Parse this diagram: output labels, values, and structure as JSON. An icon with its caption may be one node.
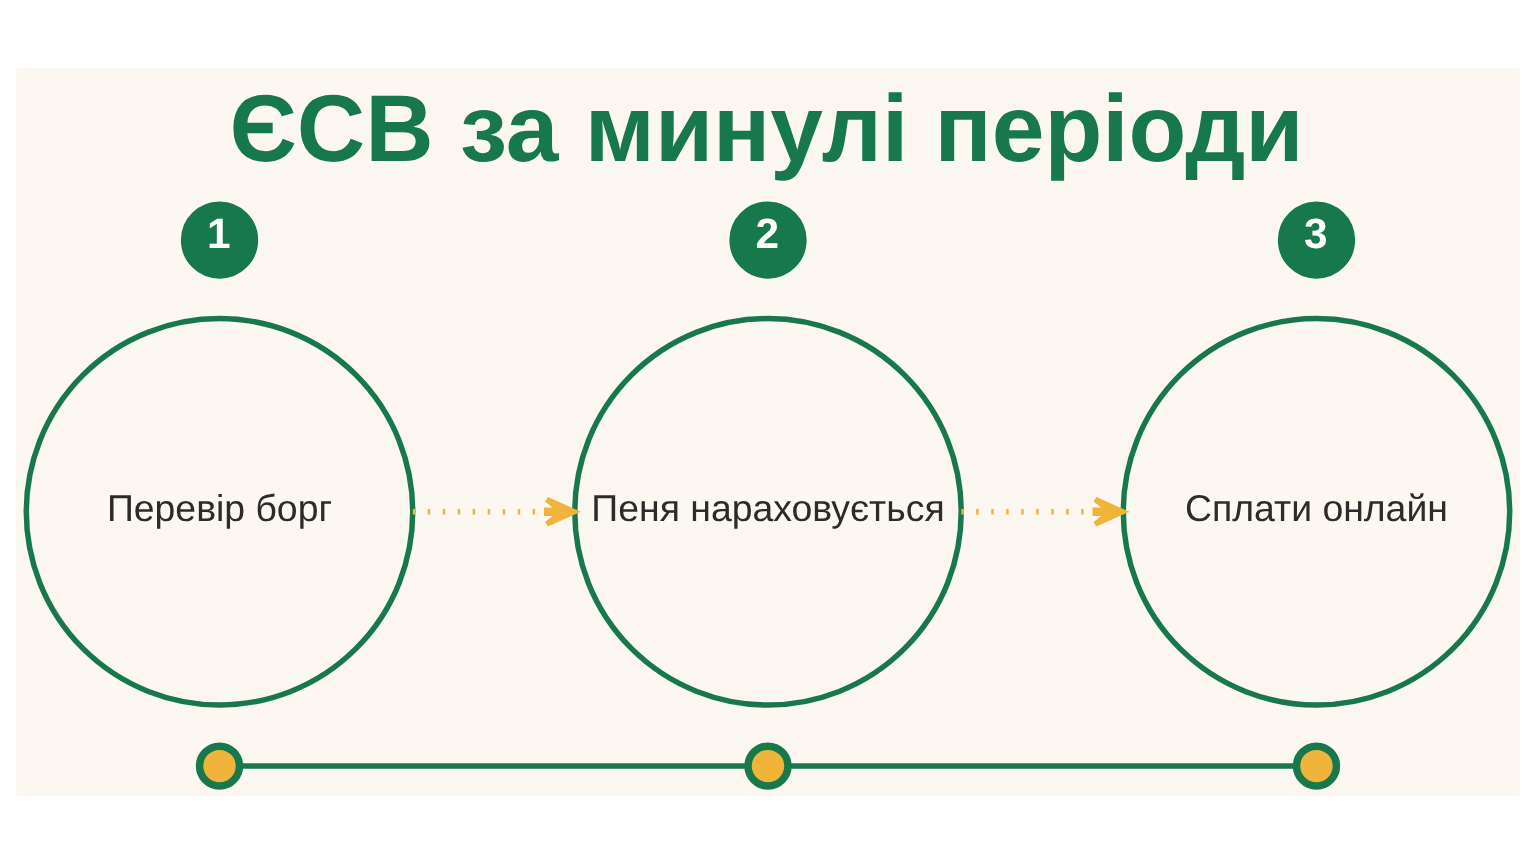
{
  "diagram": {
    "title": "ЄСВ за минулі періоди",
    "nodes": [
      {
        "text": [
          "1"
        ]
      },
      {
        "text": [
          "Перевір борг"
        ]
      },
      {
        "text": [
          "2"
        ]
      },
      {
        "text": [
          "Пеня нараховується"
        ]
      },
      {
        "text": [
          "3"
        ]
      },
      {
        "text": [
          "Сплати онлайн"
        ]
      },
      {
        "text": [],
        "shape": "circle"
      },
      {
        "text": [],
        "shape": "circle"
      },
      {
        "text": [],
        "shape": "circle"
      }
    ],
    "edges": [
      {
        "from": 1,
        "to": 3,
        "arrow": "to",
        "style": "dashed",
        "color": "#f0b43a"
      },
      {
        "from": 3,
        "to": 5,
        "arrow": "to",
        "style": "dashed",
        "color": "#f0b43a"
      },
      {
        "from": 6,
        "to": 7,
        "arrow": "none",
        "color": "#17794b"
      },
      {
        "from": 7,
        "to": 8,
        "arrow": "none",
        "color": "#17794b"
      }
    ]
  }
}
